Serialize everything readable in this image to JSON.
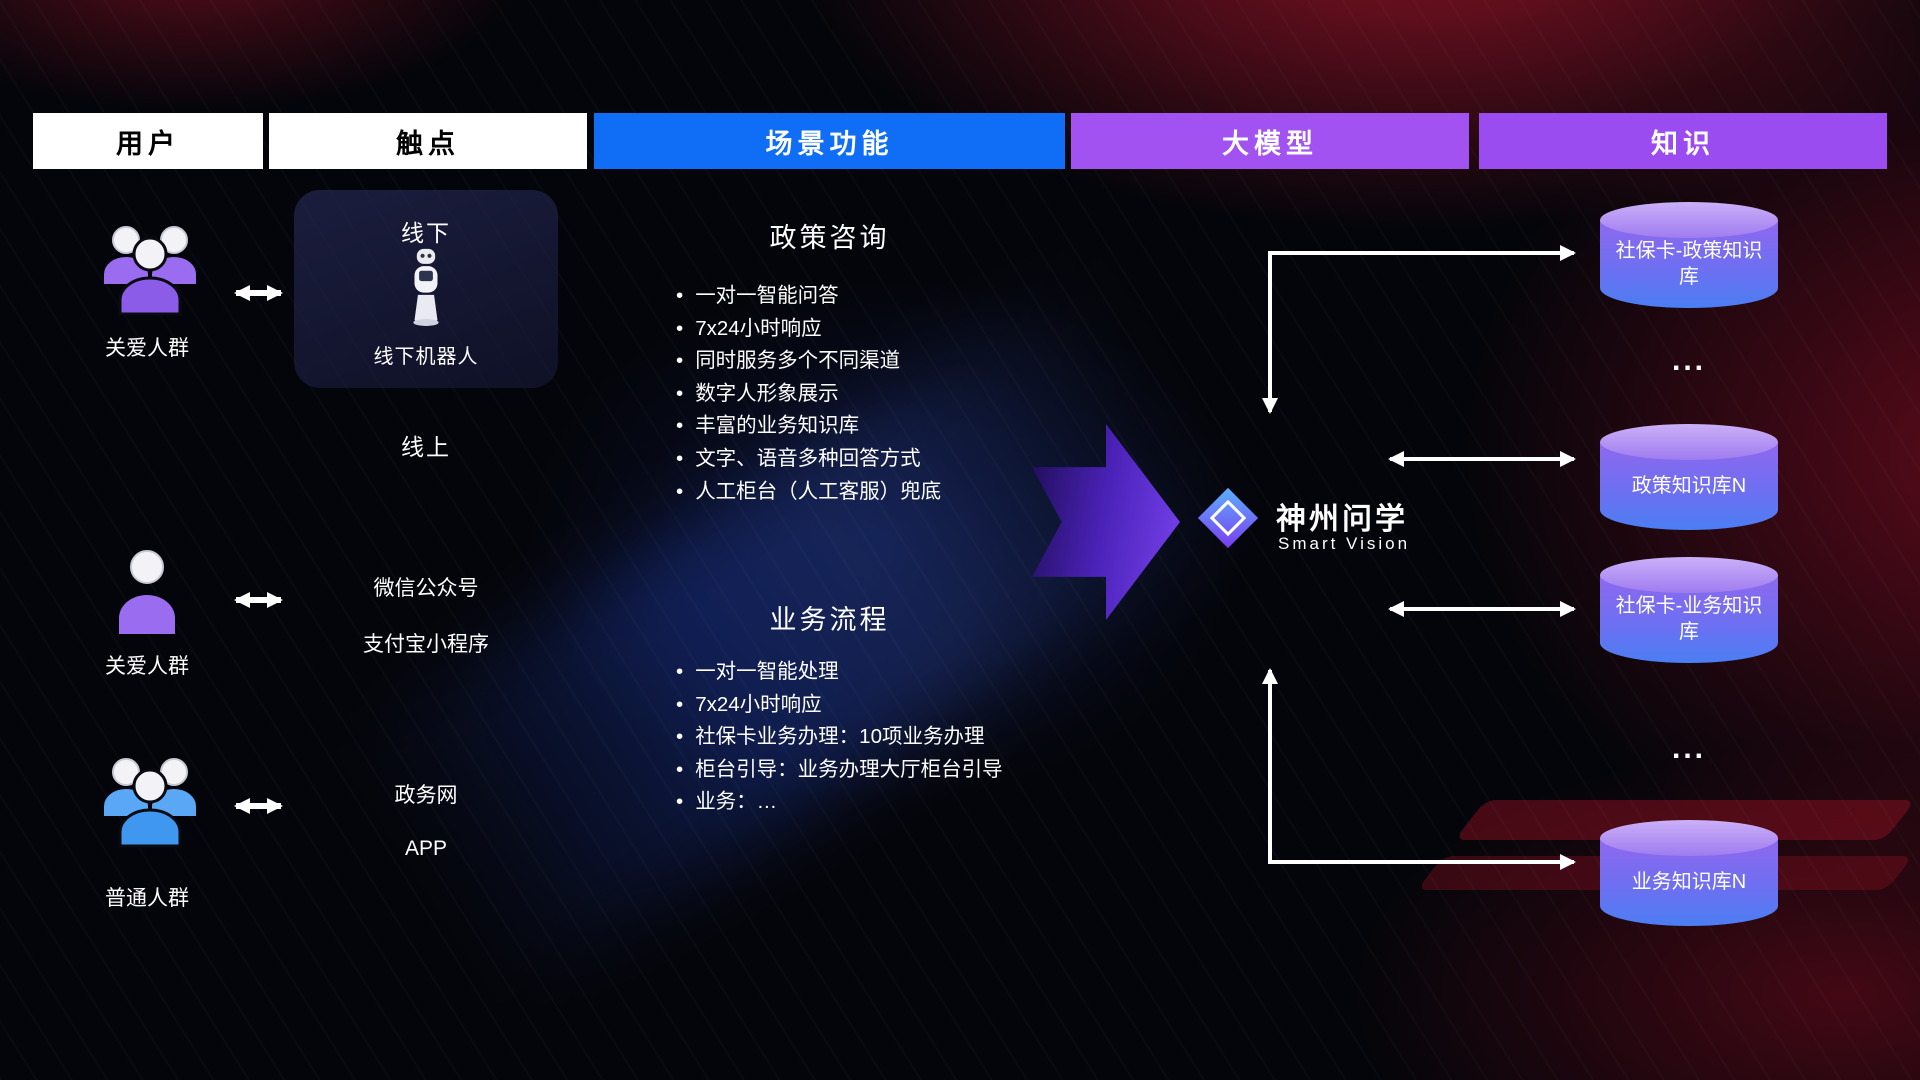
{
  "header": {
    "columns": [
      {
        "label": "用户"
      },
      {
        "label": "触点"
      },
      {
        "label": "场景功能"
      },
      {
        "label": "大模型"
      },
      {
        "label": "知识"
      }
    ]
  },
  "users": {
    "groups": [
      {
        "label": "关爱人群"
      },
      {
        "label": "关爱人群"
      },
      {
        "label": "普通人群"
      }
    ]
  },
  "touchpoints": {
    "offline_title": "线下",
    "offline_robot_caption": "线下机器人",
    "online_title": "线上",
    "wechat": "微信公众号",
    "alipay": "支付宝小程序",
    "gov_web": "政务网",
    "app": "APP"
  },
  "functions": [
    {
      "title": "政策咨询",
      "items": [
        "一对一智能问答",
        "7x24小时响应",
        "同时服务多个不同渠道",
        "数字人形象展示",
        "丰富的业务知识库",
        "文字、语音多种回答方式",
        "人工柜台（人工客服）兜底"
      ]
    },
    {
      "title": "业务流程",
      "items": [
        "一对一智能处理",
        "7x24小时响应",
        "社保卡业务办理：10项业务办理",
        "柜台引导：业务办理大厅柜台引导",
        "业务：…"
      ]
    }
  ],
  "model": {
    "name": "神州问学",
    "subtitle": "Smart Vision"
  },
  "knowledge": {
    "cylinders": [
      "社保卡-政策知识库",
      "政策知识库N",
      "社保卡-业务知识库",
      "业务知识库N"
    ],
    "ellipsis": "..."
  },
  "colors": {
    "header_blue": "#0f6ef5",
    "header_purple": "#a152f0",
    "cylinder_top": "#b795f5",
    "cylinder_bottom": "#4b7ef3",
    "user_purple": "#9a6cf0",
    "user_blue": "#4da3f5",
    "flow_arrow_purple": "#6a35e8"
  }
}
